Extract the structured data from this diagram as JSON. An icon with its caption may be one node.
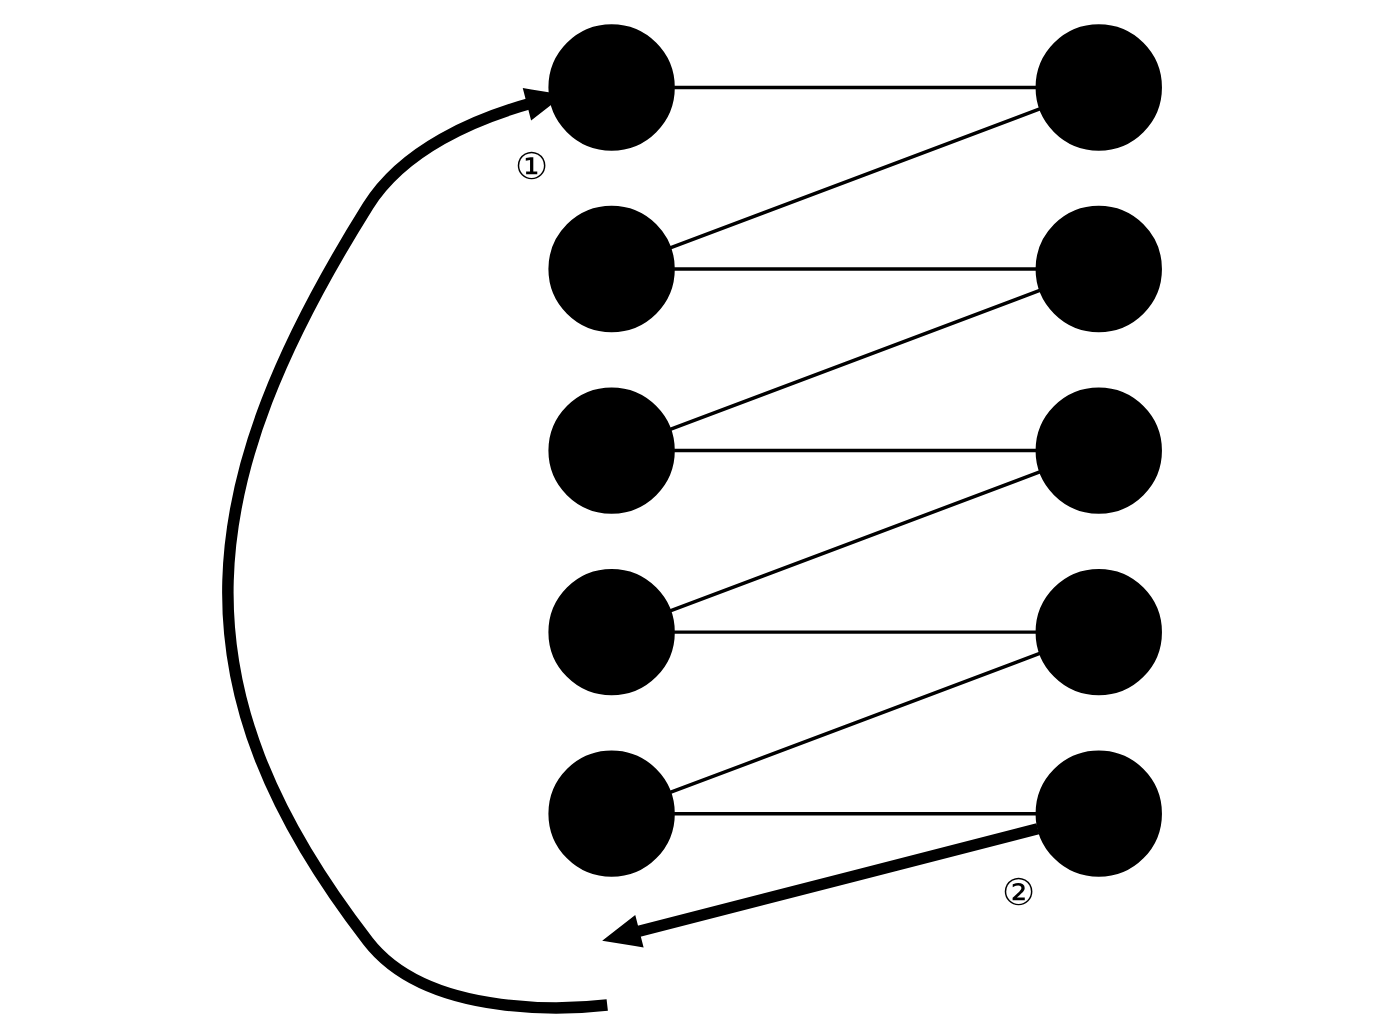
{
  "diagram": {
    "nodes": [
      {
        "text": [],
        "shape": "circle",
        "beside": [
          "①"
        ]
      },
      {
        "text": [],
        "shape": "circle"
      },
      {
        "text": [],
        "shape": "circle"
      },
      {
        "text": [],
        "shape": "circle"
      },
      {
        "text": [],
        "shape": "circle"
      },
      {
        "text": [],
        "shape": "circle"
      },
      {
        "text": [],
        "shape": "circle"
      },
      {
        "text": [],
        "shape": "circle"
      },
      {
        "text": [],
        "shape": "circle"
      },
      {
        "text": [],
        "shape": "circle",
        "beside": [
          "②"
        ]
      }
    ],
    "edges": [
      {
        "from": null,
        "to": 0,
        "arrow": "to",
        "style": "thick"
      },
      {
        "from": 0,
        "to": 1,
        "arrow": "none"
      },
      {
        "from": 1,
        "to": 2,
        "arrow": "none"
      },
      {
        "from": 2,
        "to": 3,
        "arrow": "none"
      },
      {
        "from": 3,
        "to": 4,
        "arrow": "none"
      },
      {
        "from": 4,
        "to": 5,
        "arrow": "none"
      },
      {
        "from": 5,
        "to": 6,
        "arrow": "none"
      },
      {
        "from": 6,
        "to": 7,
        "arrow": "none"
      },
      {
        "from": 7,
        "to": 8,
        "arrow": "none"
      },
      {
        "from": 8,
        "to": 9,
        "arrow": "none"
      },
      {
        "from": 9,
        "to": null,
        "arrow": "to",
        "style": "thick"
      }
    ]
  }
}
